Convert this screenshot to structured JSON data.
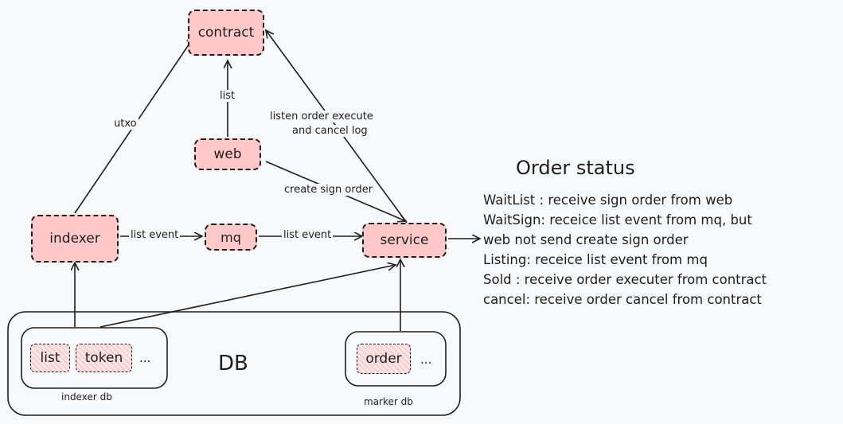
{
  "nodes": {
    "contract": "contract",
    "web": "web",
    "indexer": "indexer",
    "mq": "mq",
    "service": "service",
    "list": "list",
    "token": "token",
    "indexer_more": "...",
    "order": "order",
    "marker_more": "..."
  },
  "edges": {
    "utxo": "utxo",
    "list": "list",
    "listen_order": [
      "listen order execute",
      "and cancel log"
    ],
    "create_sign_order": "create sign order",
    "list_event_1": "list event",
    "list_event_2": "list event"
  },
  "db": {
    "title": "DB",
    "indexer_db": "indexer db",
    "marker_db": "marker db"
  },
  "order_status": {
    "title": "Order status",
    "lines": [
      "WaitList : receive sign order from web",
      "WaitSign: receice list event from mq, but",
      "web not send create sign order",
      "Listing: receice list event from mq",
      "Sold : receive order executer from contract",
      "cancel: receive order cancel from contract"
    ]
  },
  "colors": {
    "node_fill": "#ffc9c9",
    "stroke": "#1e1e1e",
    "background": "#f8f9fa"
  }
}
